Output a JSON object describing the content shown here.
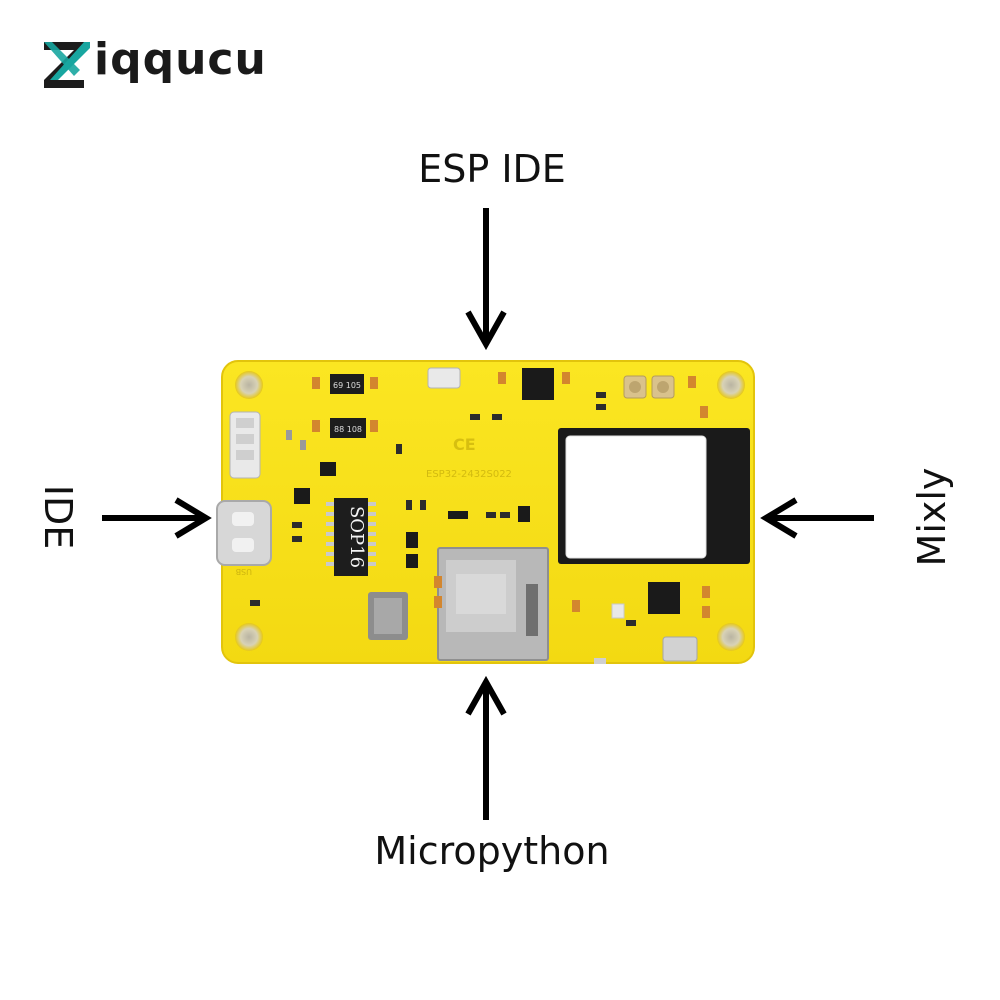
{
  "brand": {
    "name": "Ziqqucu",
    "rest": "iqqucu"
  },
  "labels": {
    "top": "ESP IDE",
    "left": "IDE",
    "right": "Mixly",
    "bottom": "Micropython"
  },
  "board": {
    "model": "ESP32-2432S022",
    "chip_label": "SOP16",
    "usb_label": "USB",
    "marking_1": "69 105",
    "marking_2": "88 108"
  },
  "colors": {
    "pcb": "#f7e11b",
    "pcb_edge": "#e8c90e",
    "logo_accent": "#18a6a0",
    "text": "#111111"
  },
  "icons": [
    "arrow-down-icon",
    "arrow-right-icon",
    "arrow-left-icon",
    "arrow-up-icon",
    "ce-mark-icon"
  ]
}
